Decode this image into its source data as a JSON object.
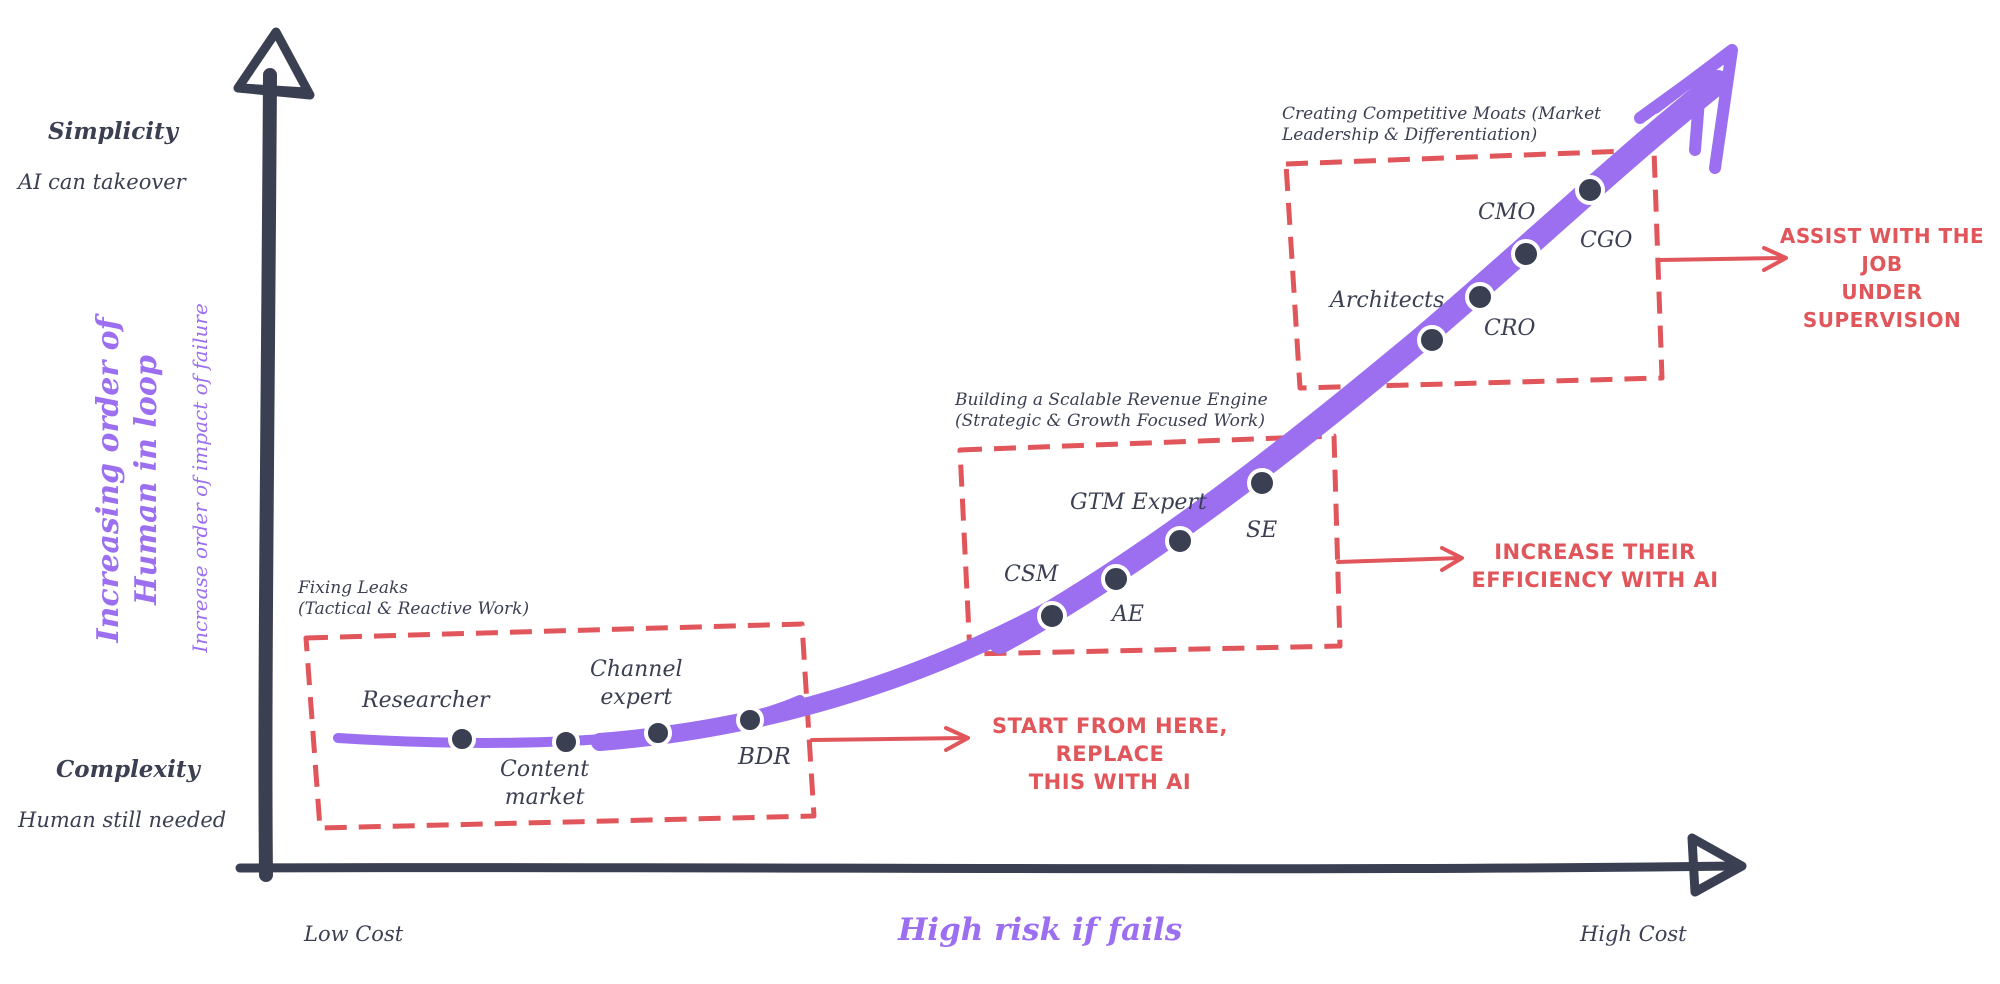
{
  "left_labels": {
    "top_title": "Simplicity",
    "top_sub": "AI can takeover",
    "bottom_title": "Complexity",
    "bottom_sub": "Human still needed"
  },
  "y_axis_title_line1": "Increasing order of",
  "y_axis_title_line2": "Human in loop",
  "y_axis_subtitle": "Increase order of impact of failure",
  "x_axis": {
    "left": "Low Cost",
    "center": "High risk if fails",
    "right": "High Cost"
  },
  "boxes": [
    {
      "title_line1": "Fixing Leaks",
      "title_line2": "(Tactical & Reactive Work)"
    },
    {
      "title_line1": "Building a Scalable Revenue Engine",
      "title_line2": "(Strategic & Growth Focused Work)"
    },
    {
      "title_line1": "Creating Competitive Moats (Market",
      "title_line2": "Leadership & Differentiation)"
    }
  ],
  "roles": {
    "researcher": "Researcher",
    "content_1": "Content",
    "content_2": "market",
    "channel_1": "Channel",
    "channel_2": "expert",
    "bdr": "BDR",
    "csm": "CSM",
    "ae": "AE",
    "gtm": "GTM Expert",
    "se": "SE",
    "architects": "Architects",
    "cro": "CRO",
    "cmo": "CMO",
    "cgo": "CGO"
  },
  "actions": [
    {
      "line1": "START FROM HERE, REPLACE",
      "line2": "THIS WITH AI"
    },
    {
      "line1": "INCREASE THEIR",
      "line2": "EFFICIENCY WITH AI"
    },
    {
      "line1": "ASSIST WITH THE JOB",
      "line2": "UNDER SUPERVISION"
    }
  ],
  "colors": {
    "axis": "#3a3f52",
    "curve": "#9b6ff0",
    "box": "#e0565b",
    "dot": "#3a3f52"
  }
}
